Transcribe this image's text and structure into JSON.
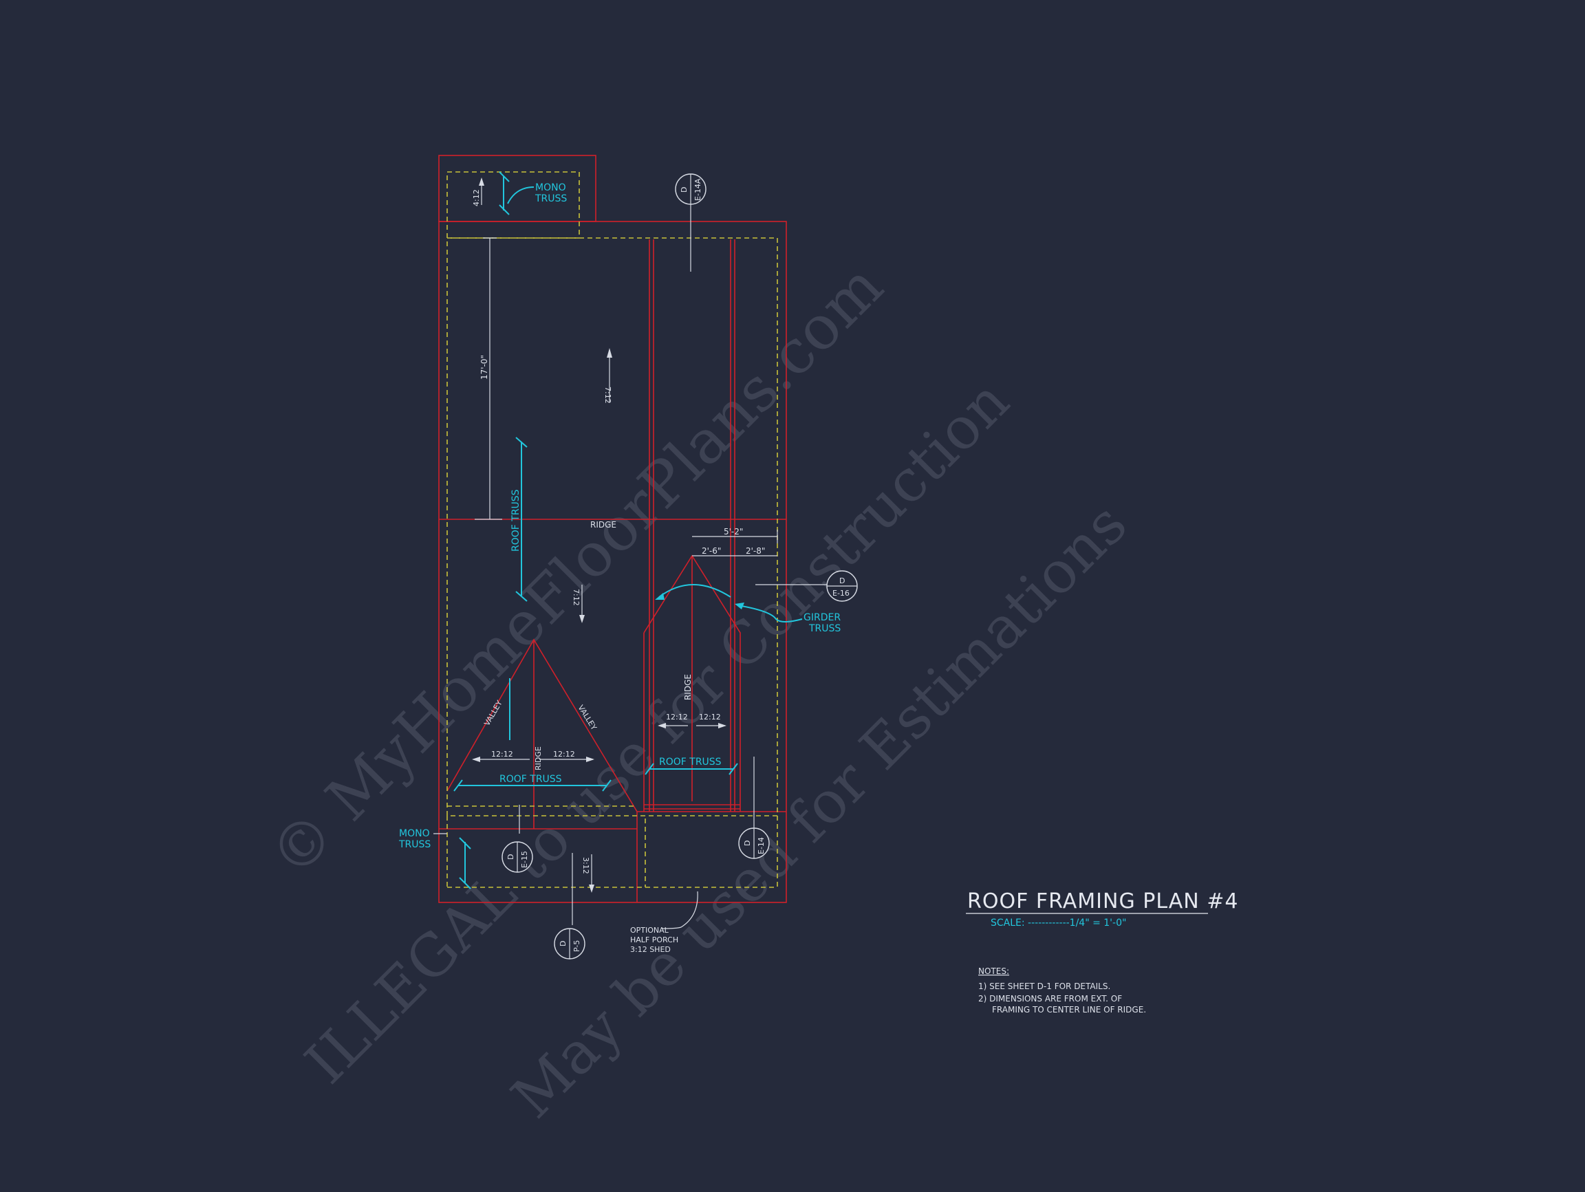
{
  "watermark": {
    "line1": "© MyHomeFloorPlans.com",
    "line2": "ILLEGAL to use for Construction",
    "line3": "May be used for Estimations"
  },
  "title_block": {
    "title": "ROOF FRAMING PLAN #4",
    "scale": "SCALE: ------------1/4\" = 1'-0\"",
    "notes_heading": "NOTES:",
    "notes": [
      "1)  SEE SHEET D-1 FOR DETAILS.",
      "2)  DIMENSIONS ARE FROM EXT. OF",
      "FRAMING TO CENTER LINE OF RIDGE."
    ]
  },
  "labels": {
    "mono_truss_top_1": "MONO",
    "mono_truss_top_2": "TRUSS",
    "mono_truss_left_1": "MONO",
    "mono_truss_left_2": "TRUSS",
    "girder_truss_1": "GIRDER",
    "girder_truss_2": "TRUSS",
    "roof_truss_vertical": "ROOF TRUSS",
    "roof_truss_bottom_left": "ROOF TRUSS",
    "roof_truss_bottom_right": "ROOF TRUSS",
    "ridge_main": "RIDGE",
    "ridge_right": "RIDGE",
    "ridge_left": "RIDGE",
    "valley_left": "VALLEY",
    "valley_right": "VALLEY",
    "porch_1": "OPTIONAL",
    "porch_2": "HALF PORCH",
    "porch_3": "3:12 SHED"
  },
  "dimensions": {
    "span": "17'-0\"",
    "ridge_offset": "5'-2\"",
    "left_offset": "2'-6\"",
    "right_offset": "2'-8\""
  },
  "pitches": {
    "top": "4:12",
    "upper": "7:12",
    "middle": "7:12",
    "bottom": "3:12",
    "left_a": "12:12",
    "left_b": "12:12",
    "right_a": "12:12",
    "right_b": "12:12"
  },
  "callouts": [
    {
      "top": "D",
      "bottom": "E-14A"
    },
    {
      "top": "D",
      "bottom": "E-16"
    },
    {
      "top": "D",
      "bottom": "E-15"
    },
    {
      "top": "D",
      "bottom": "E-14"
    },
    {
      "top": "D",
      "bottom": "P-5"
    }
  ],
  "colors": {
    "background": "#252a3b",
    "walls": "#d0202a",
    "overhang": "#c9c23a",
    "annotation": "#22c6dd",
    "text": "#dde1ea"
  }
}
